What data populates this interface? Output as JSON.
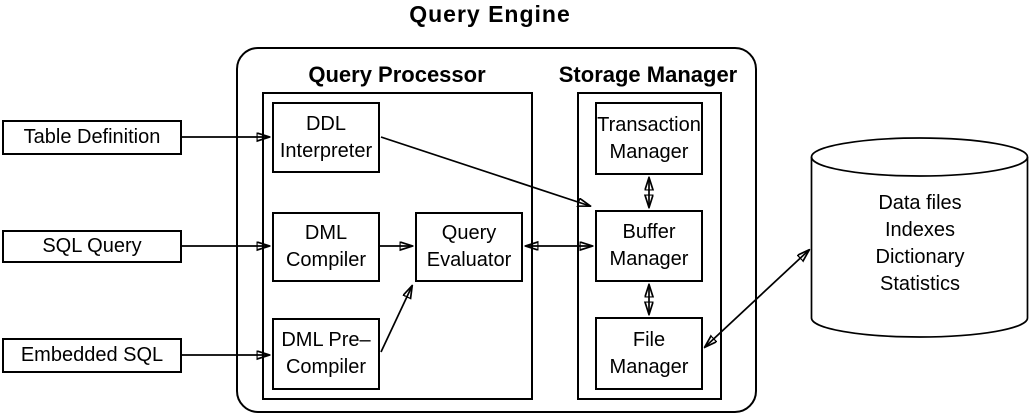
{
  "diagram": {
    "title": "Query Engine",
    "sections": {
      "query_processor": "Query Processor",
      "storage_manager": "Storage Manager"
    },
    "inputs": {
      "table_definition": "Table Definition",
      "sql_query": "SQL Query",
      "embedded_sql": "Embedded SQL"
    },
    "nodes": {
      "ddl_interpreter": {
        "line1": "DDL",
        "line2": "Interpreter"
      },
      "dml_compiler": {
        "line1": "DML",
        "line2": "Compiler"
      },
      "query_evaluator": {
        "line1": "Query",
        "line2": "Evaluator"
      },
      "dml_precompiler": {
        "line1": "DML Pre–",
        "line2": "Compiler"
      },
      "transaction_manager": {
        "line1": "Transaction",
        "line2": "Manager"
      },
      "buffer_manager": {
        "line1": "Buffer",
        "line2": "Manager"
      },
      "file_manager": {
        "line1": "File",
        "line2": "Manager"
      }
    },
    "datastore": {
      "lines": [
        "Data files",
        "Indexes",
        "Dictionary",
        "Statistics"
      ]
    },
    "colors": {
      "line": "#000000",
      "background": "#ffffff",
      "text": "#000000"
    }
  }
}
